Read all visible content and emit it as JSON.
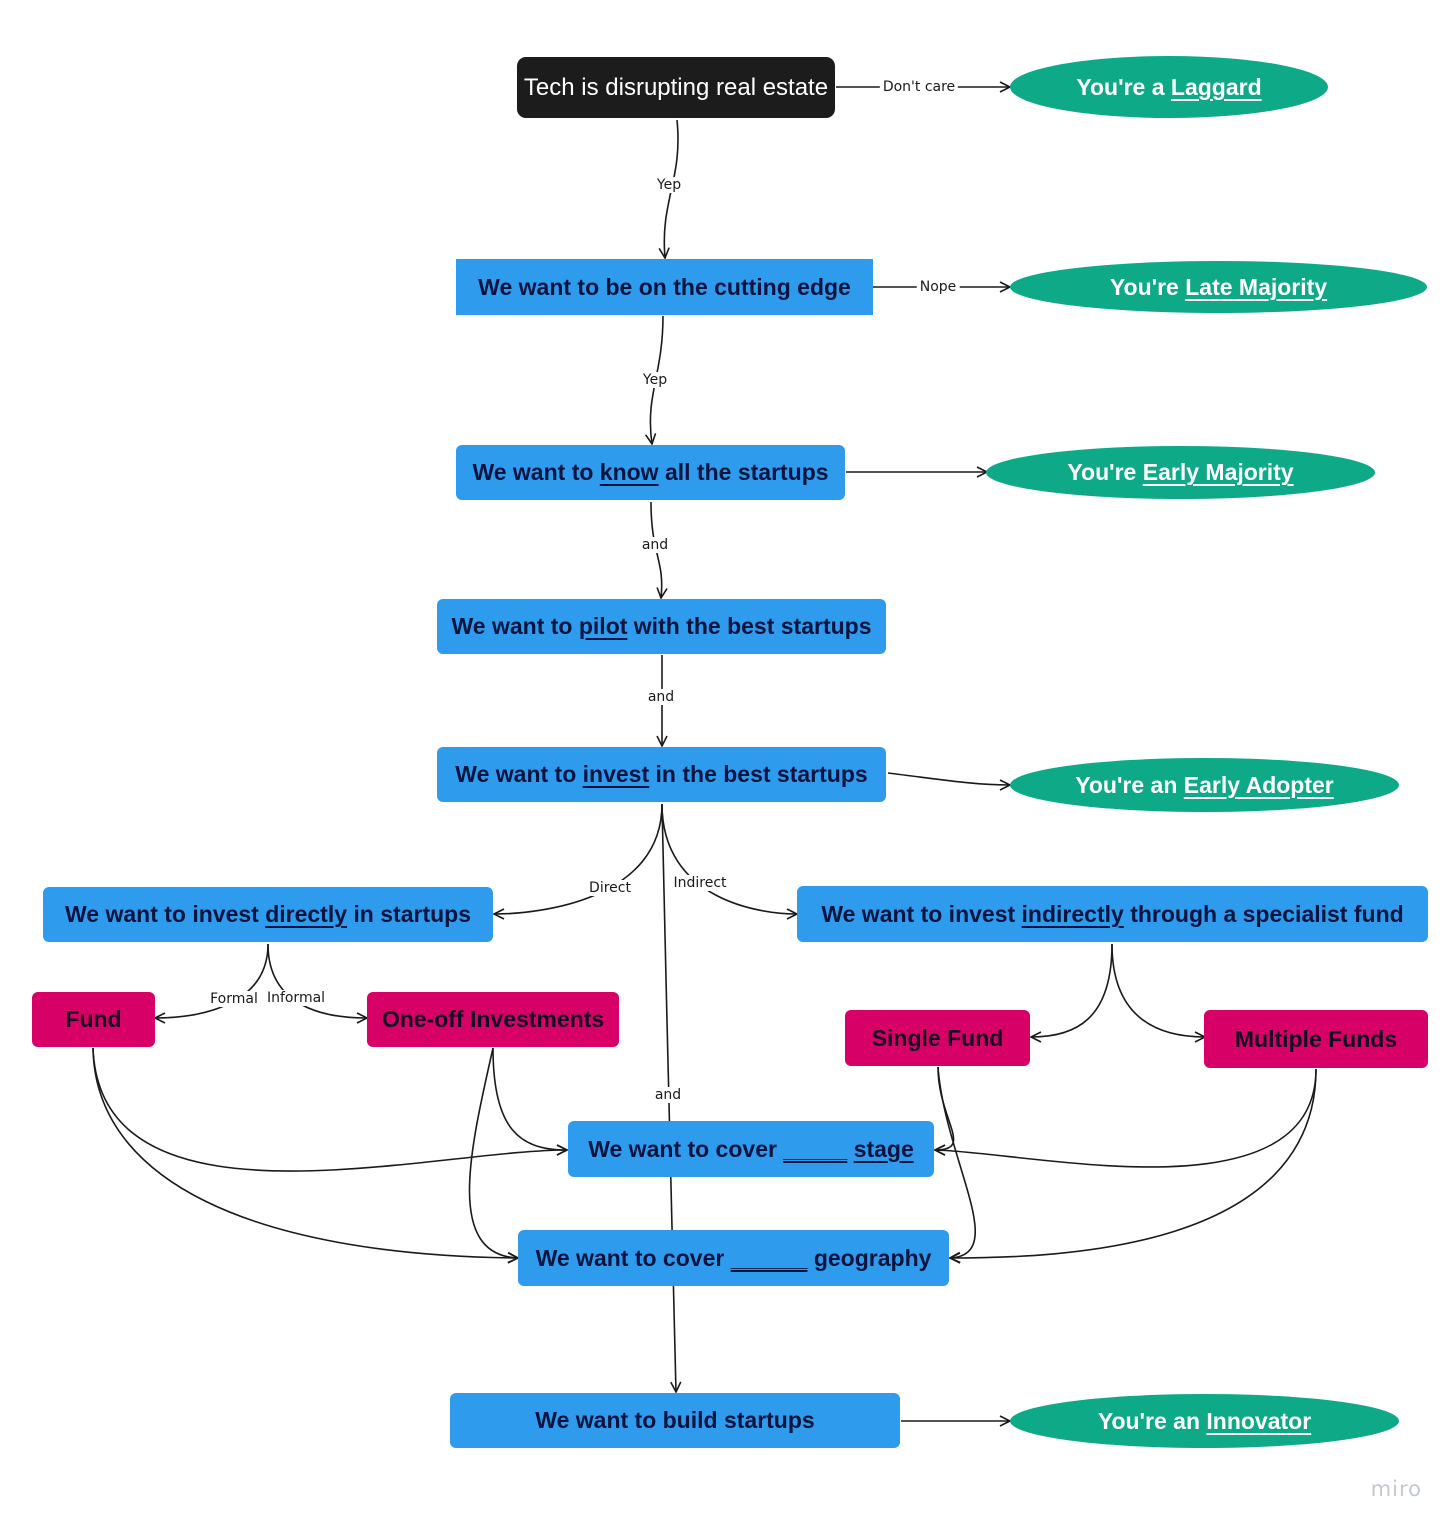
{
  "nodes": {
    "tech": "Tech is disrupting real estate",
    "laggard": {
      "pre": "You're a ",
      "u": "Laggard"
    },
    "cutting": "We want to be on the cutting edge",
    "late": {
      "pre": "You're ",
      "u": "Late Majority"
    },
    "know": {
      "pre": "We want to ",
      "u": "know",
      "post": " all the startups"
    },
    "early_majority": {
      "pre": "You're ",
      "u": "Early Majority"
    },
    "pilot": {
      "pre": "We want to ",
      "u": "pilot",
      "post": " with the best startups"
    },
    "invest": {
      "pre": "We want to ",
      "u": "invest",
      "post": " in the best startups"
    },
    "early_adopter": {
      "pre": "You're an ",
      "u": "Early Adopter"
    },
    "direct": {
      "pre": "We want to invest ",
      "u": "directly",
      "post": " in startups"
    },
    "indirect": {
      "pre": "We want to invest ",
      "u": "indirectly",
      "post": " through a specialist fund"
    },
    "fund": "Fund",
    "oneoff": "One-off Investments",
    "single": "Single Fund",
    "multiple": "Multiple Funds",
    "stage": {
      "pre": "We want to cover ",
      "blank": "_____",
      "u": "stage"
    },
    "geography": {
      "pre": "We want to cover ",
      "blank": "______",
      "post": " geography"
    },
    "build": "We want to build startups",
    "innovator": {
      "pre": "You're an ",
      "u": "Innovator"
    }
  },
  "edge_labels": {
    "dont_care": "Don't care",
    "yep1": "Yep",
    "nope": "Nope",
    "yep2": "Yep",
    "and1": "and",
    "and2": "and",
    "direct": "Direct",
    "indirect": "Indirect",
    "formal": "Formal",
    "informal": "Informal",
    "and3": "and"
  },
  "watermark": "miro",
  "colors": {
    "black_node": "#1c1c1c",
    "blue_node": "#2f9bec",
    "pink_node": "#d60067",
    "green_node": "#0eaa88",
    "connector": "#1a1a1a"
  }
}
